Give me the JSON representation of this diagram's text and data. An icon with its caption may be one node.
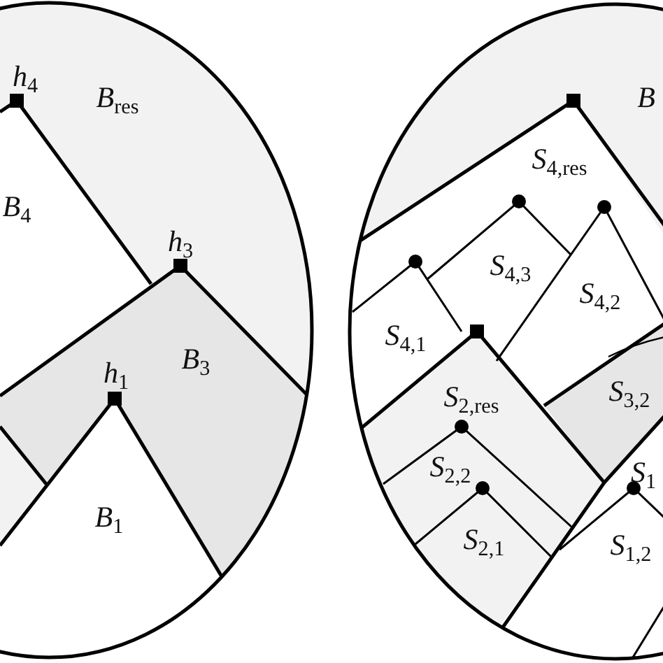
{
  "diagram": {
    "labels": [
      "*h*$_{4}$",
      "*B*$_{res}$",
      "*B*",
      "*S*$_{4,res}$",
      "*S*$_{4,3}$",
      "*B*$_{4}$",
      "*S*$_{4,2}$",
      "*h*$_{3}$",
      "*S*$_{4,1}$",
      "*B*$_{3}$",
      "*h*$_{1}$",
      "*S*$_{2,res}$",
      "*S*$_{3,2}$",
      "*S*$_{2,2}$",
      "*S*$_{1}$",
      "*B*$_{1}$",
      "*S*$_{2,1}$",
      "*S*$_{1,2}$"
    ]
  }
}
